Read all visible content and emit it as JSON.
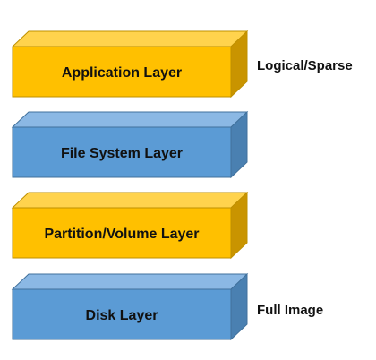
{
  "layers": [
    {
      "label": "Application Layer",
      "color": "#FFC000",
      "top_color": "#FFD34D",
      "side_color": "#C99400",
      "stroke": "#BF9000"
    },
    {
      "label": "File System Layer",
      "color": "#5B9BD5",
      "top_color": "#8BB8E4",
      "side_color": "#4A80B1",
      "stroke": "#41719C"
    },
    {
      "label": "Partition/Volume Layer",
      "color": "#FFC000",
      "top_color": "#FFD34D",
      "side_color": "#C99400",
      "stroke": "#BF9000"
    },
    {
      "label": "Disk Layer",
      "color": "#5B9BD5",
      "top_color": "#8BB8E4",
      "side_color": "#4A80B1",
      "stroke": "#41719C"
    }
  ],
  "side_labels": {
    "top": "Logical/Sparse",
    "bottom": "Full Image"
  }
}
